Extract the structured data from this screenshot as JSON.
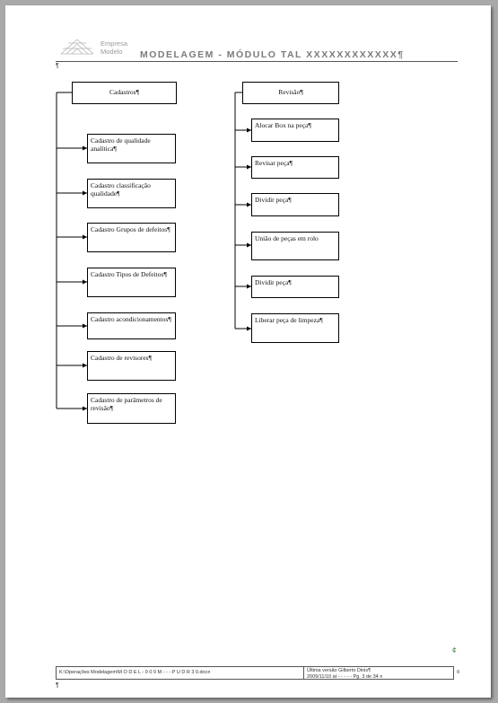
{
  "header": {
    "company_line1": "Empresa",
    "company_line2": "Modelo",
    "title": "MODELAGEM - MÓDULO TAL XXXXXXXXXXXX¶",
    "paragraph_mark": "¶"
  },
  "diagram": {
    "left_root": "Cadastros¶",
    "left_items": [
      "Cadastro de qualidade analítica¶",
      "Cadastro classificação qualidade¶",
      "Cadastro Grupos de defeitos¶",
      "Cadastro Tipos de Defeitos¶",
      "Cadastro acondicionamentos¶",
      "Cadastro de revisores¶",
      "Cadastro de parâmetros de revisão¶"
    ],
    "right_root": "Revisão¶",
    "right_items": [
      "Alocar Box na peça¶",
      "Revisar peça¶",
      "Dividir peça¶",
      "União de peças em rolo",
      "Dividir peça¶",
      "Liberar peça de limpeza¶"
    ]
  },
  "corner_mark": "¢",
  "footer": {
    "path": "K:\\Operações Modelagem\\M O D E L - 0 0 0 M - - - P U D R 3 0.doc¤",
    "last_version": "Última versão Gilberto Dinis¶",
    "date_page": "2009/11/10 at - - - - - Pg. 3 de 34 ¤",
    "end_mark": "¤",
    "paragraph_mark": "¶"
  }
}
